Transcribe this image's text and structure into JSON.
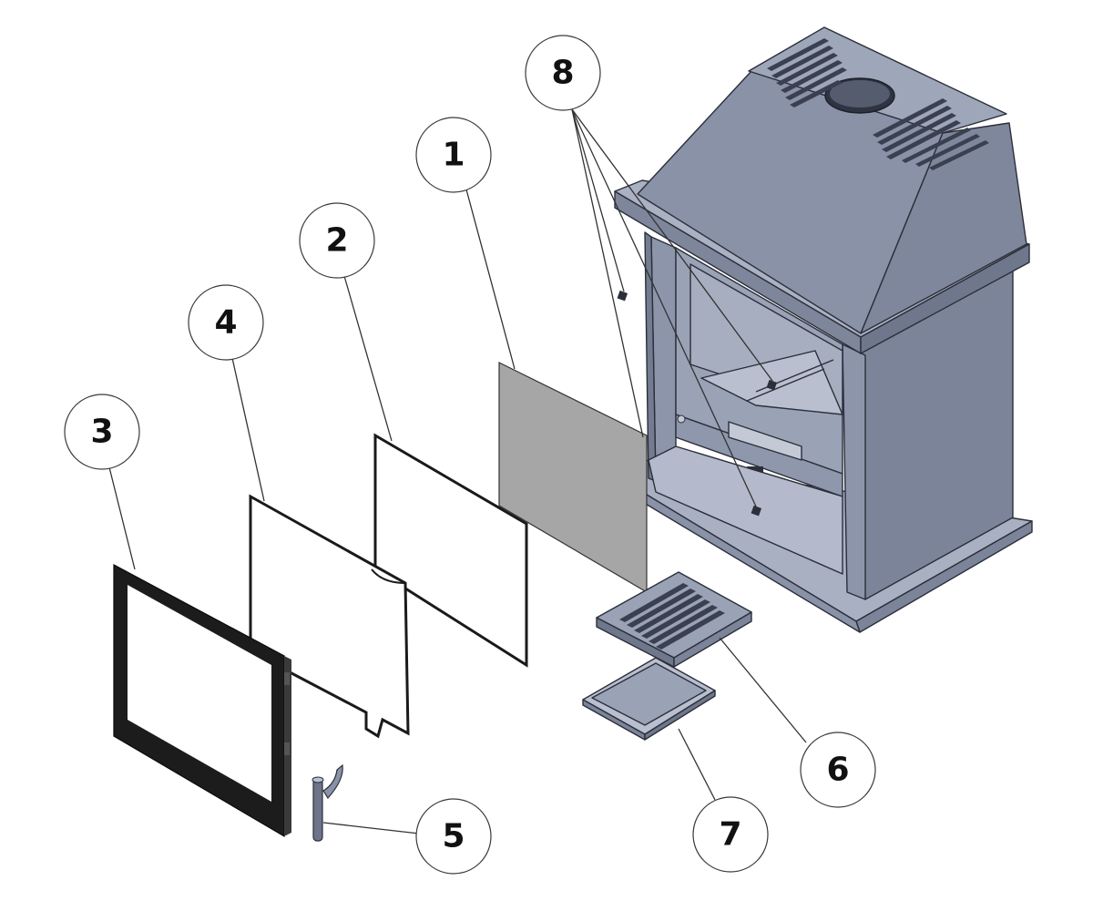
{
  "callouts": {
    "c1": "1",
    "c2": "2",
    "c3": "3",
    "c4": "4",
    "c5": "5",
    "c6": "6",
    "c7": "7",
    "c8": "8"
  },
  "colors": {
    "steel_top": "#9aa2b6",
    "steel_front": "#8890a6",
    "steel_side": "#7c8499",
    "steel_dark": "#5d6478",
    "steel_light": "#b9bfcf",
    "glass_tint": "#a6a6a6",
    "door_frame": "#1c1c1c"
  }
}
